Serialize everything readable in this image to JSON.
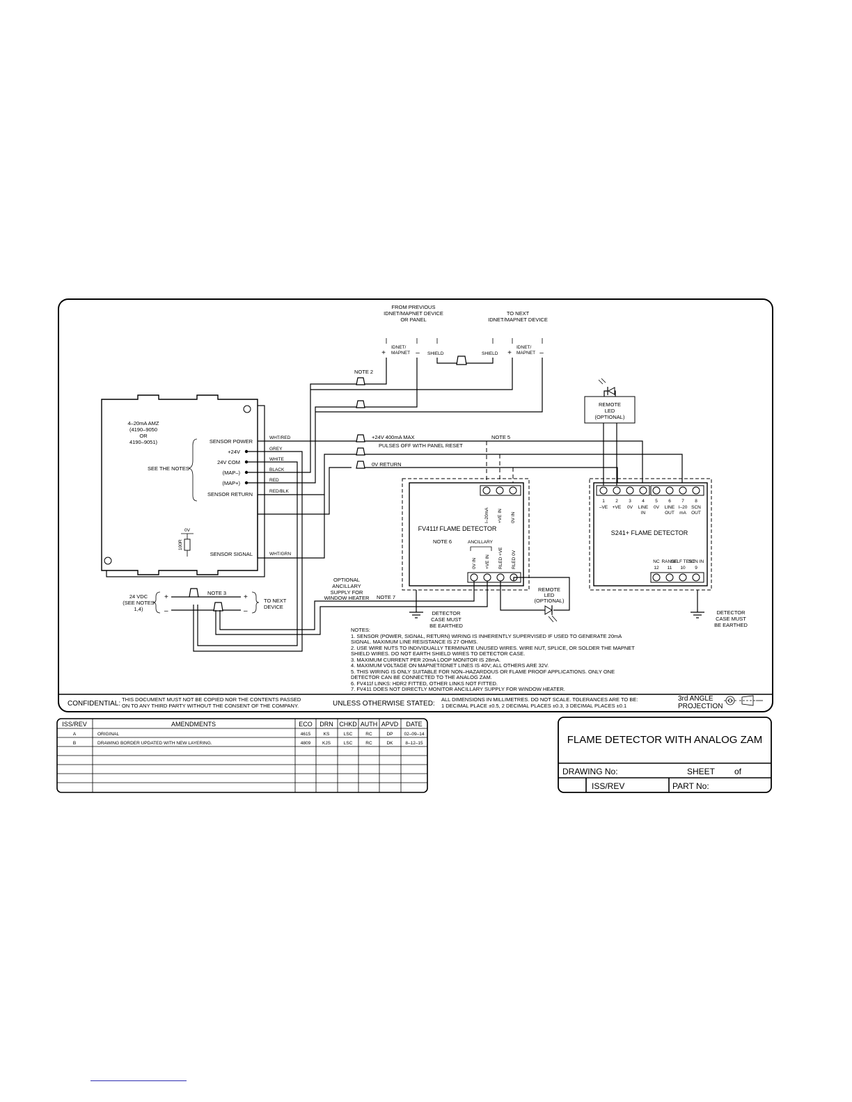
{
  "sources": {
    "from_prev": [
      "FROM PREVIOUS",
      "IDNET/MAPNET DEVICE",
      "OR PANEL"
    ],
    "to_next": [
      "TO NEXT",
      "IDNET/MAPNET DEVICE"
    ],
    "idnet_label": [
      "IDNET/",
      "MAPNET"
    ],
    "plus": "+",
    "minus": "–",
    "shield": "SHIELD"
  },
  "amz": {
    "title": [
      "4–20mA AMZ",
      "(4190–9050",
      "OR",
      "4190–9051)"
    ],
    "see_notes": "SEE THE NOTES",
    "terminals": [
      "SENSOR POWER",
      "+24V",
      "24V COM",
      "(MAP–)",
      "(MAP+)",
      "SENSOR RETURN"
    ],
    "sensor_signal": "SENSOR SIGNAL",
    "resistor_top": "0V",
    "resistor_value": "100R",
    "wires": [
      "WHT/RED",
      "GREY",
      "WHITE",
      "BLACK",
      "RED",
      "RED/BLK"
    ],
    "signal_wire": "WHT/GRN"
  },
  "bus": {
    "note2": "NOTE 2",
    "power": "+24V    400mA MAX",
    "pulses": "PULSES OFF WITH PANEL RESET",
    "note5": "NOTE 5",
    "return": "0V RETURN"
  },
  "fv411": {
    "title": "FV411f FLAME DETECTOR",
    "note6": "NOTE 6",
    "ancillary": "ANCILLARY",
    "top_terms": [
      "I–20mA",
      "+VE IN",
      "0V IN"
    ],
    "bottom_terms": [
      "0V IN",
      "+VE IN",
      "RLED +VE",
      "RLED 0V"
    ],
    "aux_supply": [
      "OPTIONAL",
      "ANCILLARY",
      "SUPPLY FOR",
      "WINDOW HEATER"
    ],
    "note7": "NOTE 7",
    "earth": [
      "DETECTOR",
      "CASE MUST",
      "BE EARTHED"
    ],
    "remote_led": [
      "REMOTE",
      "LED",
      "(OPTIONAL)"
    ]
  },
  "s241": {
    "title": "S241+ FLAME DETECTOR",
    "top_nums": [
      "1",
      "2",
      "3",
      "4",
      "5",
      "6",
      "7",
      "8"
    ],
    "top_labels": [
      "–VE",
      "+VE",
      "0V",
      "LINE",
      "0V",
      "LINE",
      "I–20",
      "SCN"
    ],
    "top_labels2": [
      "",
      "",
      "",
      "IN",
      "",
      "OUT",
      "mA",
      "OUT"
    ],
    "bottom_labels": [
      "NC",
      "RANGE",
      "SELF TEST",
      "SCN IN"
    ],
    "bottom_nums": [
      "12",
      "11",
      "10",
      "9"
    ],
    "earth": [
      "DETECTOR",
      "CASE MUST",
      "BE EARTHED"
    ],
    "remote_led": [
      "REMOTE",
      "LED",
      "(OPTIONAL)"
    ]
  },
  "supply": {
    "label": [
      "24 VDC",
      "(SEE NOTES",
      "1,4)"
    ],
    "note3": "NOTE 3",
    "to_next": [
      "TO NEXT",
      "DEVICE"
    ],
    "plus": "+",
    "minus": "–"
  },
  "notes": {
    "heading": "NOTES:",
    "lines": [
      "1.  SENSOR (POWER, SIGNAL, RETURN) WIRING IS INHERENTLY SUPERVISED IF USED TO GENERATE 20mA",
      "     SIGNAL. MAXIMUM LINE RESISTANCE IS 27 OHMS.",
      "2.  USE WIRE NUTS TO INDIVIDUALLY TERMINATE UNUSED WIRES. WIRE NUT, SPLICE, OR SOLDER THE MAPNET",
      "     SHIELD WIRES. DO NOT EARTH SHIELD WIRES TO DETECTOR CASE.",
      "3.  MAXIMUM CURRENT PER 20mA LOOP MONITOR IS 28mA.",
      "4.  MAXIMUM VOLTAGE ON MAPNET/IDNET LINES IS 40V; ALL OTHERS ARE 32V.",
      "5.  THIS WIRING IS ONLY SUITABLE FOR NON–HAZARDOUS OR FLAME PROOF APPLICATIONS. ONLY ONE",
      "     DETECTOR CAN BE CONNECTED TO THE ANALOG ZAM.",
      "6.  FV411f LINKS: HDR2 FITTED, OTHER LINKS NOT FITTED.",
      "7.  FV411 DOES NOT DIRECTLY MONITOR ANCILLARY SUPPLY FOR WINDOW HEATER."
    ]
  },
  "footer": {
    "confidential_label": "CONFIDENTIAL:",
    "confidential_text": [
      "THIS DOCUMENT MUST NOT BE COPIED NOR THE CONTENTS PASSED",
      "ON TO ANY THIRD PARTY WITHOUT THE CONSENT OF THE COMPANY."
    ],
    "unless_label": "UNLESS  OTHERWISE  STATED:",
    "unless_text": [
      "ALL DIMENSIONS IN MILLIMETRES. DO NOT SCALE. TOLERANCES ARE TO BE:",
      "1 DECIMAL PLACE ±0.5, 2 DECIMAL PLACES ±0.3, 3 DECIMAL PLACES ±0.1"
    ],
    "projection": [
      "3rd  ANGLE",
      "PROJECTION"
    ]
  },
  "revisions": {
    "headers": [
      "ISS/REV",
      "AMENDMENTS",
      "ECO",
      "DRN",
      "CHKD",
      "AUTH",
      "APVD",
      "DATE"
    ],
    "rows": [
      [
        "A",
        "ORIGINAL",
        "4615",
        "KS",
        "LSC",
        "RC",
        "DP",
        "02–09–14"
      ],
      [
        "B",
        "DRAWING BORDER UPDATED WITH NEW LAYERING.",
        "4809",
        "KJS",
        "LSC",
        "RC",
        "DK",
        "8–12–15"
      ]
    ]
  },
  "title_block": {
    "title": "FLAME DETECTOR WITH ANALOG ZAM",
    "drawing_no": "DRAWING  No:",
    "sheet": "SHEET",
    "of": "of",
    "iss_rev": "ISS/REV",
    "part_no": "PART  No:"
  }
}
